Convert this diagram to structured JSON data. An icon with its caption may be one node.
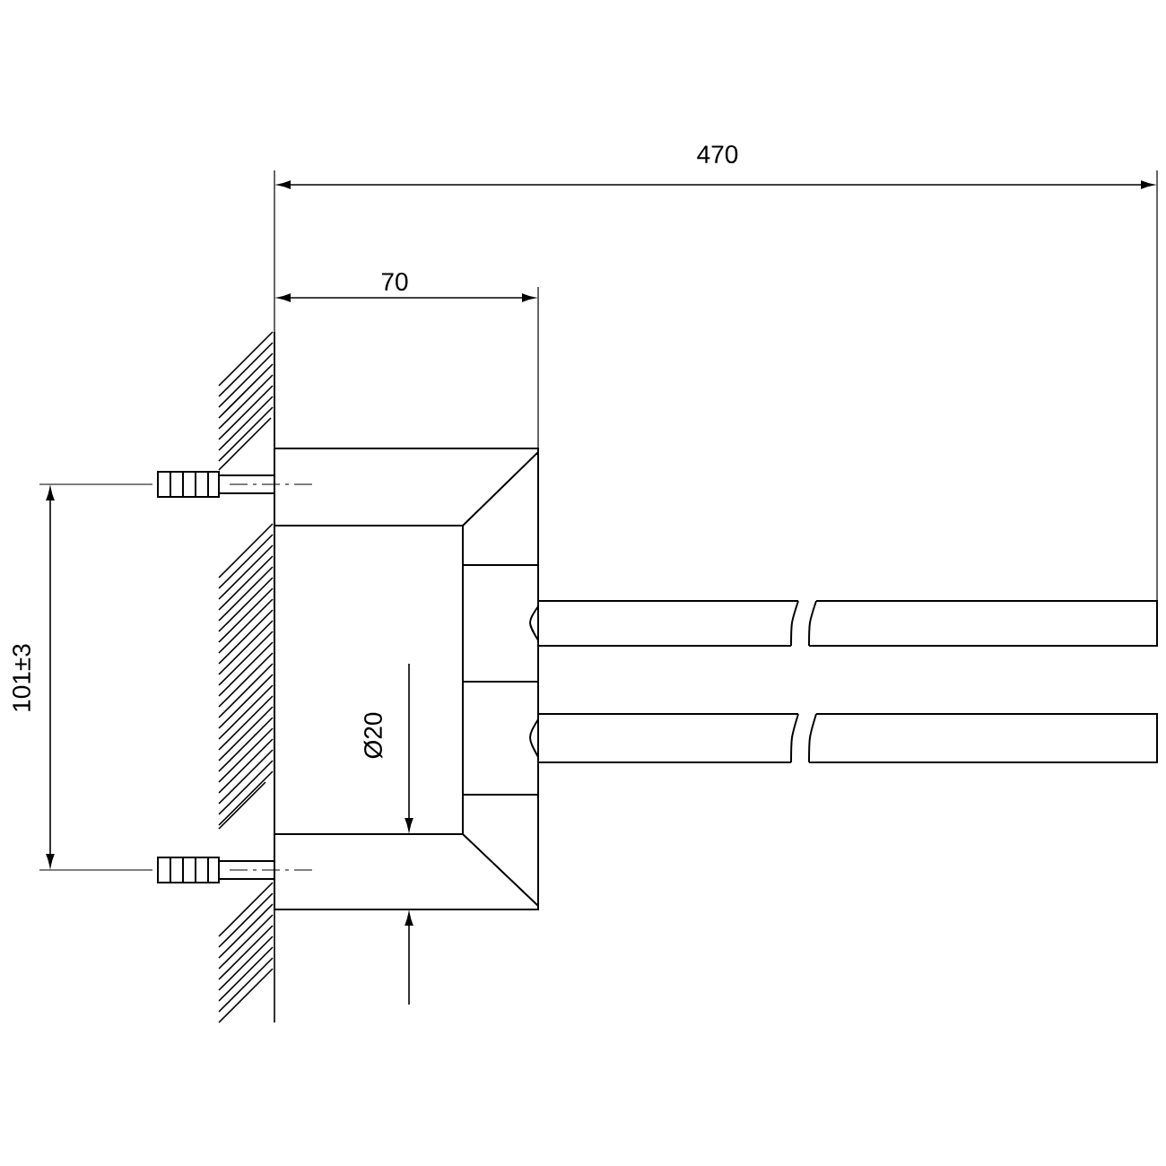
{
  "diagram": {
    "labels": [
      "470",
      "70",
      "101±3",
      "Ø20"
    ]
  }
}
